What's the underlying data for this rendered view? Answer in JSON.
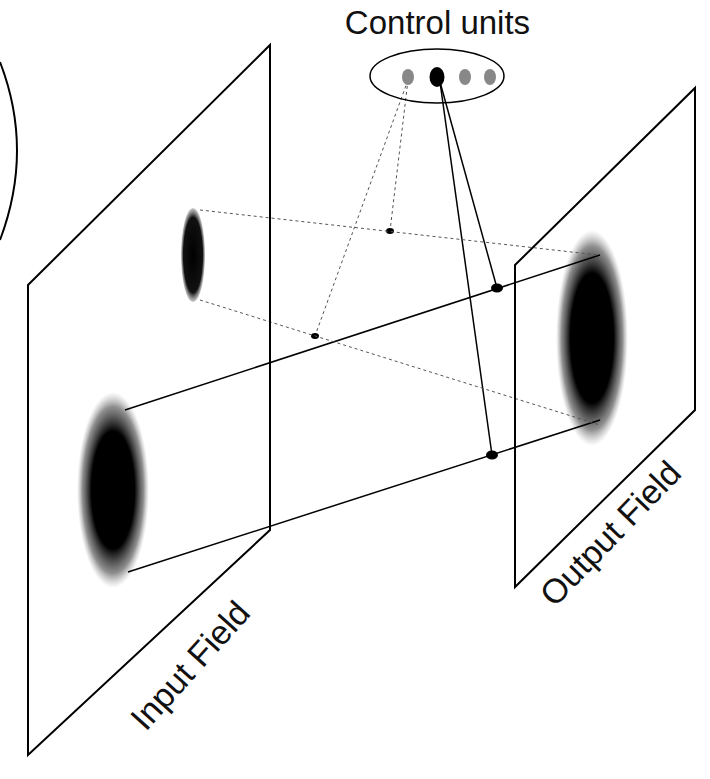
{
  "diagram": {
    "nodes": [
      {
        "text": [
          "Control units"
        ]
      },
      {
        "text": [
          "Input Field"
        ]
      },
      {
        "text": [
          "Output Field"
        ]
      }
    ],
    "edges": [
      {
        "from": 1,
        "to": 2,
        "arrow": "none"
      },
      {
        "from": 1,
        "to": 2,
        "arrow": "none"
      },
      {
        "from": 1,
        "to": 2,
        "arrow": "none"
      },
      {
        "from": 1,
        "to": 2,
        "arrow": "none"
      }
    ]
  }
}
